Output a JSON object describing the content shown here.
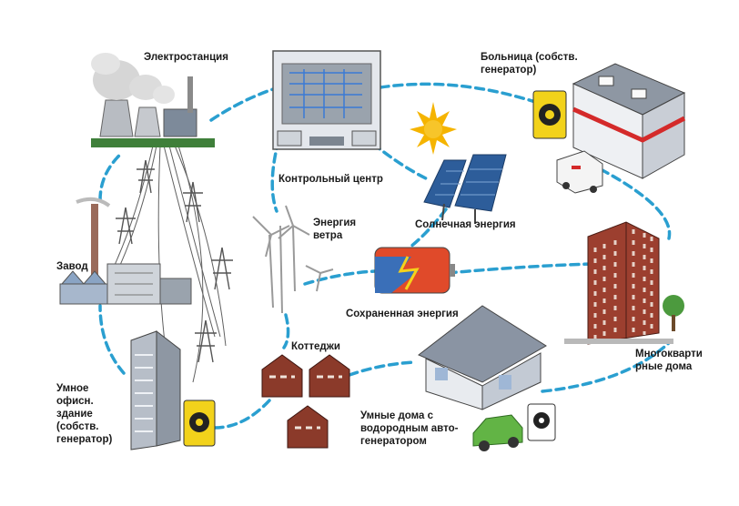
{
  "labels": {
    "power_station": "Электростанция",
    "control_center": "Контрольный центр",
    "hospital": "Больница (собств.\nгенератор)",
    "solar": "Солнечная энергия",
    "wind": "Энергия\nветра",
    "factory": "Завод",
    "storage": "Сохраненная энергия",
    "apartments": "Многокварти\nрные дома",
    "cottages": "Коттеджи",
    "smart_office": "Умное\nофисн.\nздание\n(собств.\nгенератор)",
    "smart_homes": "Умные дома с\nводородным авто-\nгенератором"
  },
  "colors": {
    "network_line": "#2a9fd0",
    "power_line": "#555555",
    "brick": "#8b3a2a",
    "roof": "#8a94a3",
    "generator_badge": "#f2d21b",
    "sun": "#f5b400",
    "panel": "#2d5d9a",
    "car": "#62b445"
  },
  "icons": [
    "power-plant-icon",
    "control-room-icon",
    "hospital-icon",
    "ambulance-icon",
    "sun-icon",
    "solar-panel-icon",
    "wind-turbine-icon",
    "battery-icon",
    "factory-icon",
    "power-tower-icon",
    "apartment-icon",
    "cottage-icon",
    "office-tower-icon",
    "house-icon",
    "car-icon",
    "generator-badge-icon"
  ]
}
